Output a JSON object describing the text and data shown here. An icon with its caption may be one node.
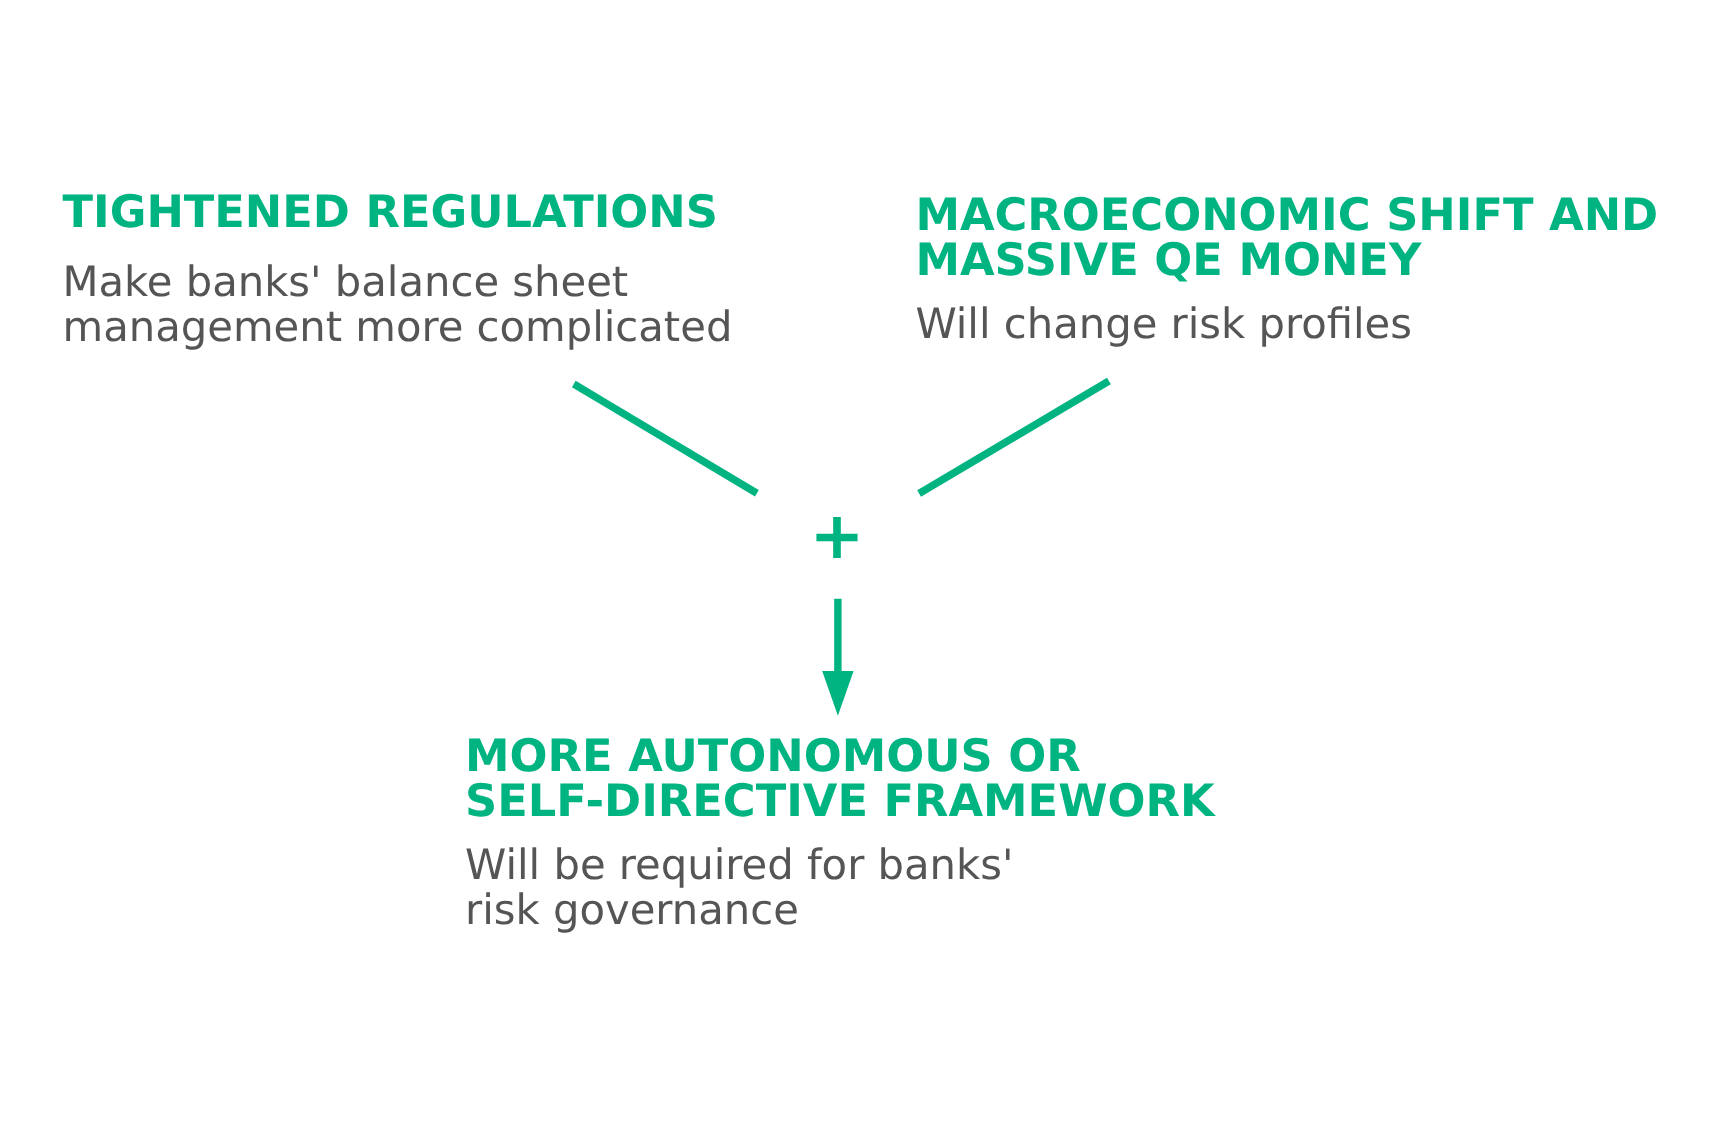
{
  "diagram": {
    "nodes": [
      {
        "text": [
          "TIGHTENED REGULATIONS",
          "Make banks' balance sheet management more complicated"
        ]
      },
      {
        "text": [
          "MACROECONOMIC SHIFT AND MASSIVE QE MONEY",
          "Will change risk profiles"
        ]
      },
      {
        "text": [
          "+"
        ]
      },
      {
        "text": [
          "MORE AUTONOMOUS OR SELF-DIRECTIVE FRAMEWORK",
          "Will be required for banks' risk governance"
        ]
      }
    ],
    "edges": [
      {
        "from": 0,
        "to": 2,
        "arrow": "none"
      },
      {
        "from": 1,
        "to": 2,
        "arrow": "none"
      },
      {
        "from": 2,
        "to": 3,
        "arrow": "to"
      }
    ]
  }
}
